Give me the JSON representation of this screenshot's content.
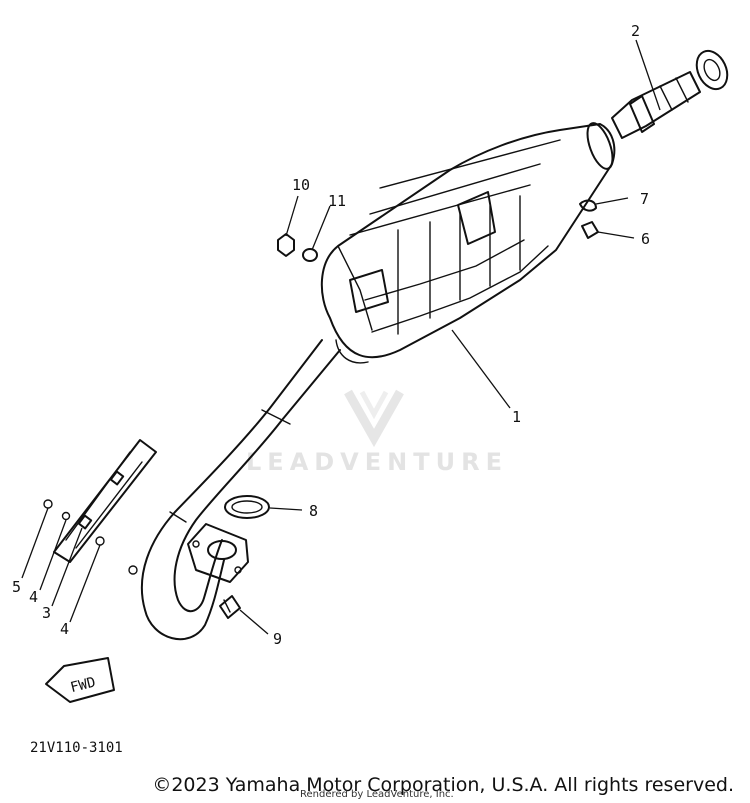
{
  "diagram": {
    "watermark": "LEADVENTURE",
    "drawing_code": "21V110-3101",
    "fwd_label": "FWD",
    "callouts": {
      "c1": "1",
      "c2": "2",
      "c3": "3",
      "c4a": "4",
      "c4b": "4",
      "c5": "5",
      "c6": "6",
      "c7": "7",
      "c8": "8",
      "c9": "9",
      "c10": "10",
      "c11": "11"
    }
  },
  "footer": {
    "copyright": "©2023 Yamaha Motor Corporation, U.S.A. All rights reserved.",
    "rendered_by": "Rendered by LeadVenture, Inc."
  }
}
